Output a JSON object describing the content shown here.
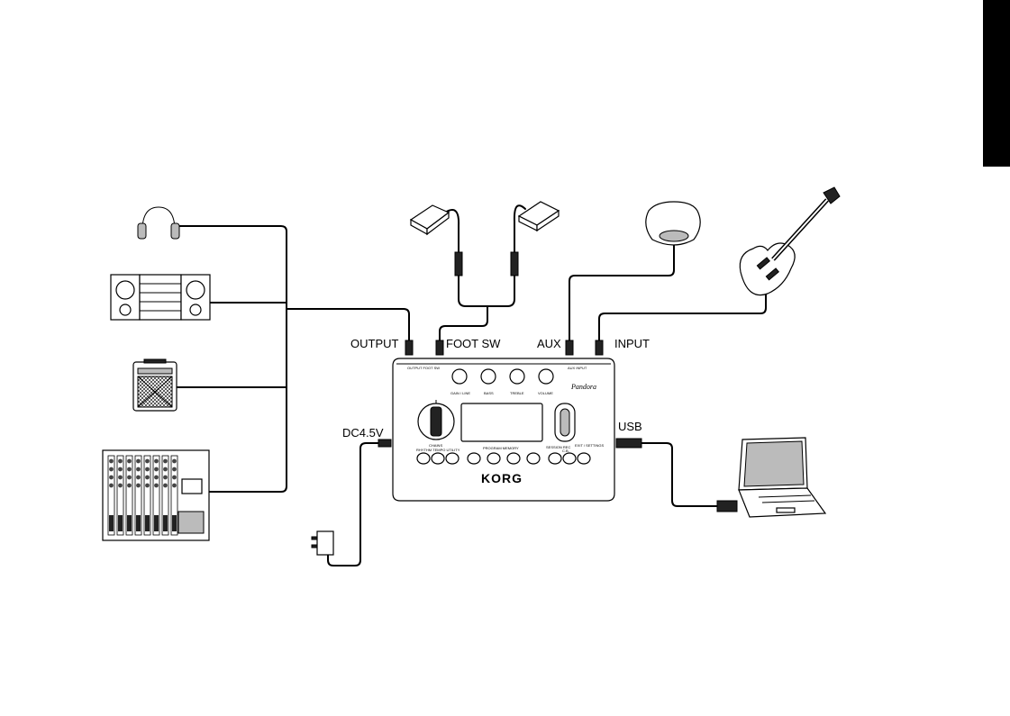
{
  "side_tab_color": "#000000",
  "labels": {
    "output": "OUTPUT",
    "foot_sw": "FOOT SW",
    "aux": "AUX",
    "input": "INPUT",
    "dc": "DC4.5V",
    "usb": "USB"
  },
  "unit": {
    "brand": "KORG",
    "model": "Pandora",
    "knob_labels": [
      "GAIN / LINE",
      "BASS",
      "TREBLE",
      "VOLUME"
    ],
    "jack_labels_left": "OUTPUT  FOOT SW",
    "jack_labels_right": "AUX   INPUT",
    "button_group_left": "RHYTHM TEMPO UTILITY",
    "button_group_left_sub": "CHAINS",
    "button_group_mid": "PROGRAM MEMORY",
    "button_group_right": "SESSION REC",
    "button_group_right2": "EXIT / SETTINGS",
    "button_group_right3": "C.B."
  },
  "devices": {
    "left": [
      "headphones-icon",
      "stereo-system-icon",
      "guitar-amp-icon",
      "mixer-icon"
    ],
    "top": [
      "foot-switch-icon",
      "foot-switch-icon",
      "audio-player-icon",
      "electric-guitar-icon"
    ],
    "bottom": [
      "ac-adapter-icon",
      "laptop-icon"
    ]
  }
}
